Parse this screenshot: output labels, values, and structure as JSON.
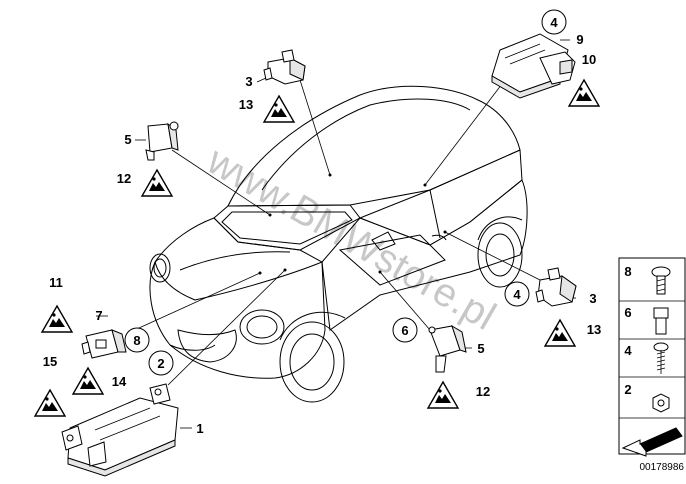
{
  "labels": {
    "n1": "1",
    "n2": "2",
    "n3": "3",
    "n3b": "3",
    "n4": "4",
    "n4b": "4",
    "n5": "5",
    "n5b": "5",
    "n6": "6",
    "n7": "7",
    "n8": "8",
    "n9": "9",
    "n10": "10",
    "n11": "11",
    "n12": "12",
    "n12b": "12",
    "n13": "13",
    "n13b": "13",
    "n14": "14",
    "n15": "15"
  },
  "legend": {
    "items": [
      "8",
      "6",
      "4",
      "2"
    ]
  },
  "watermark": "www.BMWstore.pl",
  "diagram_number": "00178986"
}
